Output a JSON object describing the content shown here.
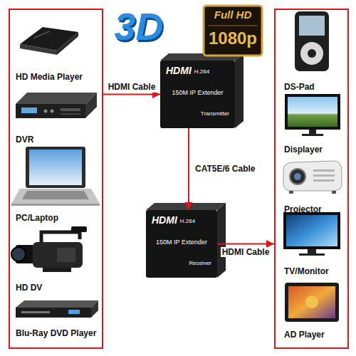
{
  "diagram": {
    "nodes": [
      {
        "text": [
          "HD Media Player",
          "DVR",
          "PC/Laptop",
          "HD DV",
          "Blu-Ray DVD Player"
        ]
      },
      {
        "text": [
          "HDMI",
          "H.264",
          "150M IP Extender",
          "Transmitter"
        ]
      },
      {
        "text": [
          "HDMI",
          "H.264",
          "150M IP Extender",
          "Receiver"
        ]
      },
      {
        "text": [
          "DS-Pad",
          "Displayer",
          "Projector",
          "TV/Monitor",
          "AD Player"
        ]
      }
    ],
    "edges": [
      {
        "from": 0,
        "to": 1,
        "arrow": "to",
        "label": "HDMI Cable"
      },
      {
        "from": 1,
        "to": 2,
        "arrow": "to",
        "label": "CAT5E/6 Cable"
      },
      {
        "from": 2,
        "to": 3,
        "arrow": "to",
        "label": "HDMI Cable"
      }
    ],
    "labels": [
      "3D",
      "Full HD",
      "1080p"
    ]
  }
}
